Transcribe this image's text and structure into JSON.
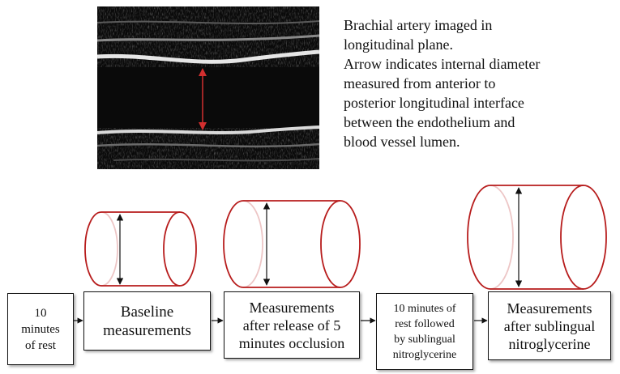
{
  "caption": {
    "lines": [
      "Brachial artery imaged in",
      "longitudinal plane.",
      "Arrow indicates internal diameter",
      "measured from anterior to",
      "posterior longitudinal interface",
      "between the endothelium and",
      "blood vessel lumen."
    ]
  },
  "steps": [
    {
      "lines": [
        "10",
        "minutes",
        "of rest"
      ]
    },
    {
      "lines": [
        "Baseline",
        "measurements"
      ]
    },
    {
      "lines": [
        "Measurements",
        "after release of 5",
        "minutes occlusion"
      ]
    },
    {
      "lines": [
        "10 minutes  of",
        "rest followed",
        "by sublingual",
        "nitroglycerine"
      ]
    },
    {
      "lines": [
        "Measurements",
        "after sublingual",
        "nitroglycerine"
      ]
    }
  ],
  "colors": {
    "vessel_outline": "#b71c1c",
    "ultrasound_arrow": "#d32f2f",
    "diameter_arrow": "#111111",
    "ultrasound_background": "#0a0a0a"
  }
}
